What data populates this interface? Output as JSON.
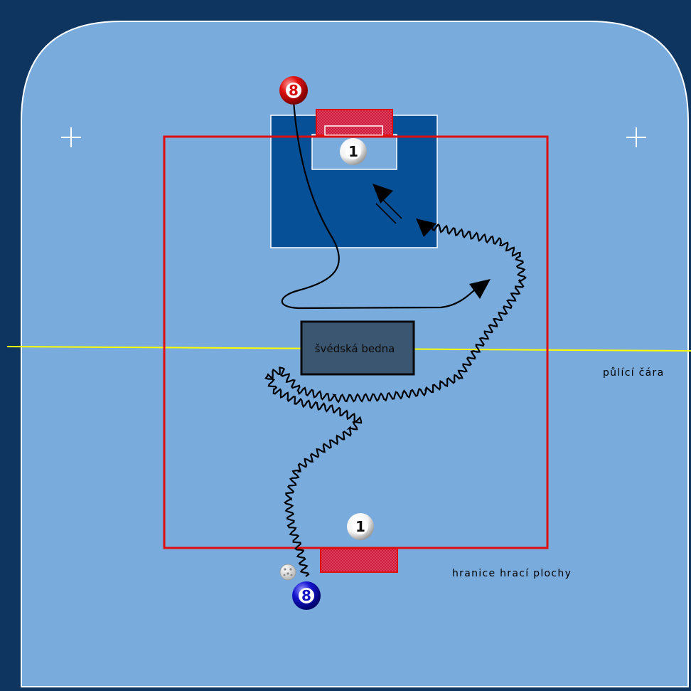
{
  "labels": {
    "box": "švédská bedna",
    "center_line": "půlící čára",
    "boundary": "hranice hrací plochy"
  },
  "players": [
    {
      "id": "red-8",
      "number": "8",
      "team_color": "#d80f0f"
    },
    {
      "id": "blue-8",
      "number": "8",
      "team_color": "#1616c8"
    },
    {
      "id": "white-1-top",
      "number": "1",
      "team_color": "#ffffff"
    },
    {
      "id": "white-1-bottom",
      "number": "1",
      "team_color": "#ffffff"
    }
  ],
  "colors": {
    "frame": "#0d3560",
    "floor": "#79abdc",
    "goal_area": "#055096",
    "boundary": "#e00f0f",
    "center_line": "#ffff00",
    "box_fill": "#3b5670",
    "path": "#000000"
  }
}
